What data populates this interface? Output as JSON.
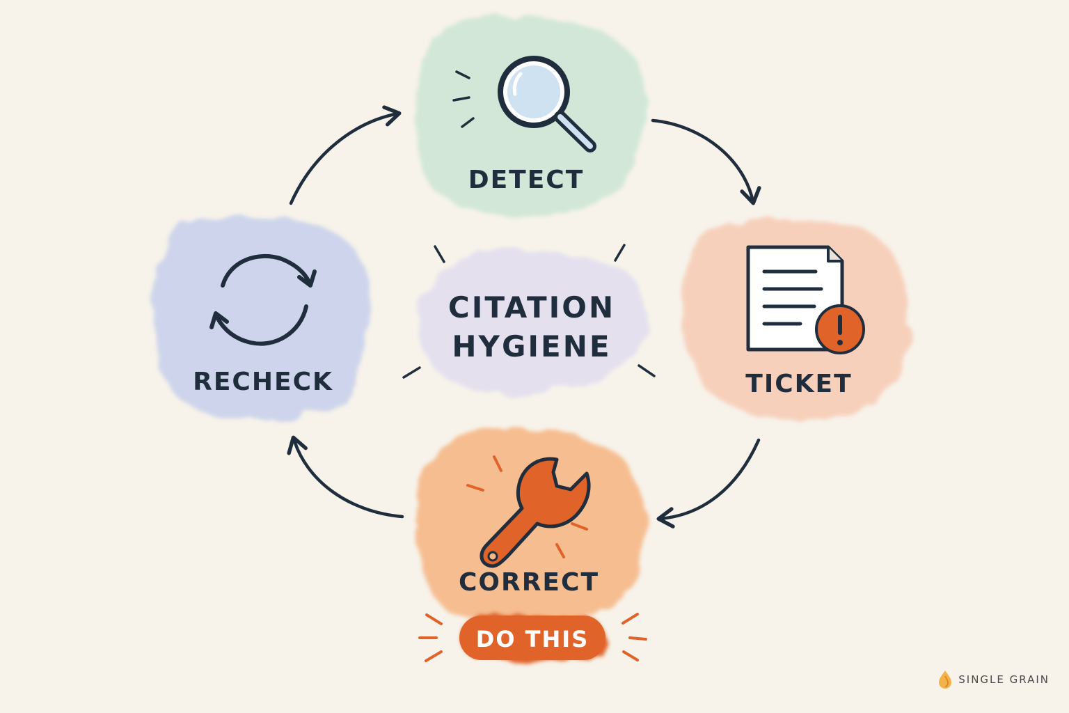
{
  "center": {
    "line1": "CITATION",
    "line2": "HYGIENE"
  },
  "nodes": {
    "detect": {
      "label": "DETECT",
      "icon": "magnifying-glass-icon",
      "color": "#cfe6d6"
    },
    "ticket": {
      "label": "TICKET",
      "icon": "document-alert-icon",
      "color": "#f7cdb8"
    },
    "correct": {
      "label": "CORRECT",
      "icon": "wrench-icon",
      "color": "#f6b887"
    },
    "recheck": {
      "label": "RECHECK",
      "icon": "refresh-cycle-icon",
      "color": "#c9d1ec"
    }
  },
  "cta": {
    "label": "DO THIS",
    "color": "#e0632a"
  },
  "brand": {
    "name": "SINGLE GRAIN",
    "icon": "grain-drop-icon"
  },
  "colors": {
    "ink": "#1f2d3d",
    "accent": "#e0632a",
    "center_blob": "#e4e0ef"
  }
}
